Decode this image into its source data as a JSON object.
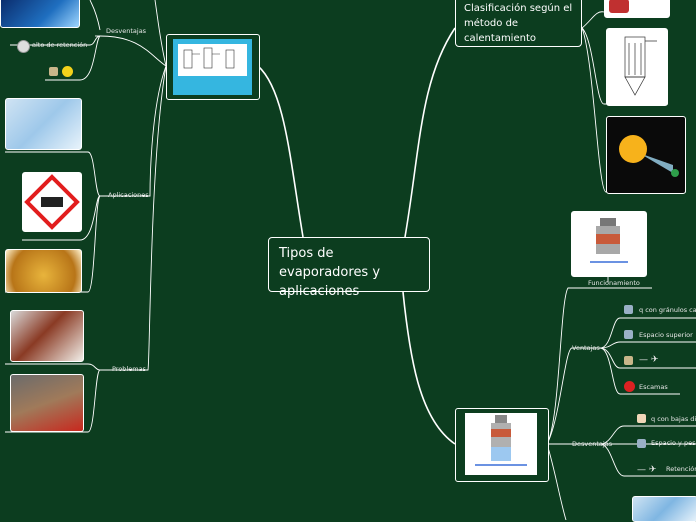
{
  "central": {
    "title": "Tipos de evaporadores y aplicaciones"
  },
  "clasificacion": {
    "title": "Clasificación según el método de calentamiento"
  },
  "left": {
    "desventajas": {
      "label": "Desventajas",
      "item1": "alto de retención"
    },
    "aplicaciones": {
      "label": "Aplicaciones"
    },
    "problemas": {
      "label": "Problemas"
    }
  },
  "right": {
    "funcionamiento": {
      "label": "Funcionamiento"
    },
    "ventajas": {
      "label": "Ventajas",
      "items": [
        "q con gránulos cambi",
        "Espacio superior",
        "Escamas"
      ]
    },
    "desventajas": {
      "label": "Desventajas",
      "items": [
        "q con bajas dife",
        "Espacio y peso",
        "Retención"
      ]
    }
  },
  "colors": {
    "background": "#0c3d1f",
    "line": "#ffffff",
    "tile": "#35b6e0"
  }
}
